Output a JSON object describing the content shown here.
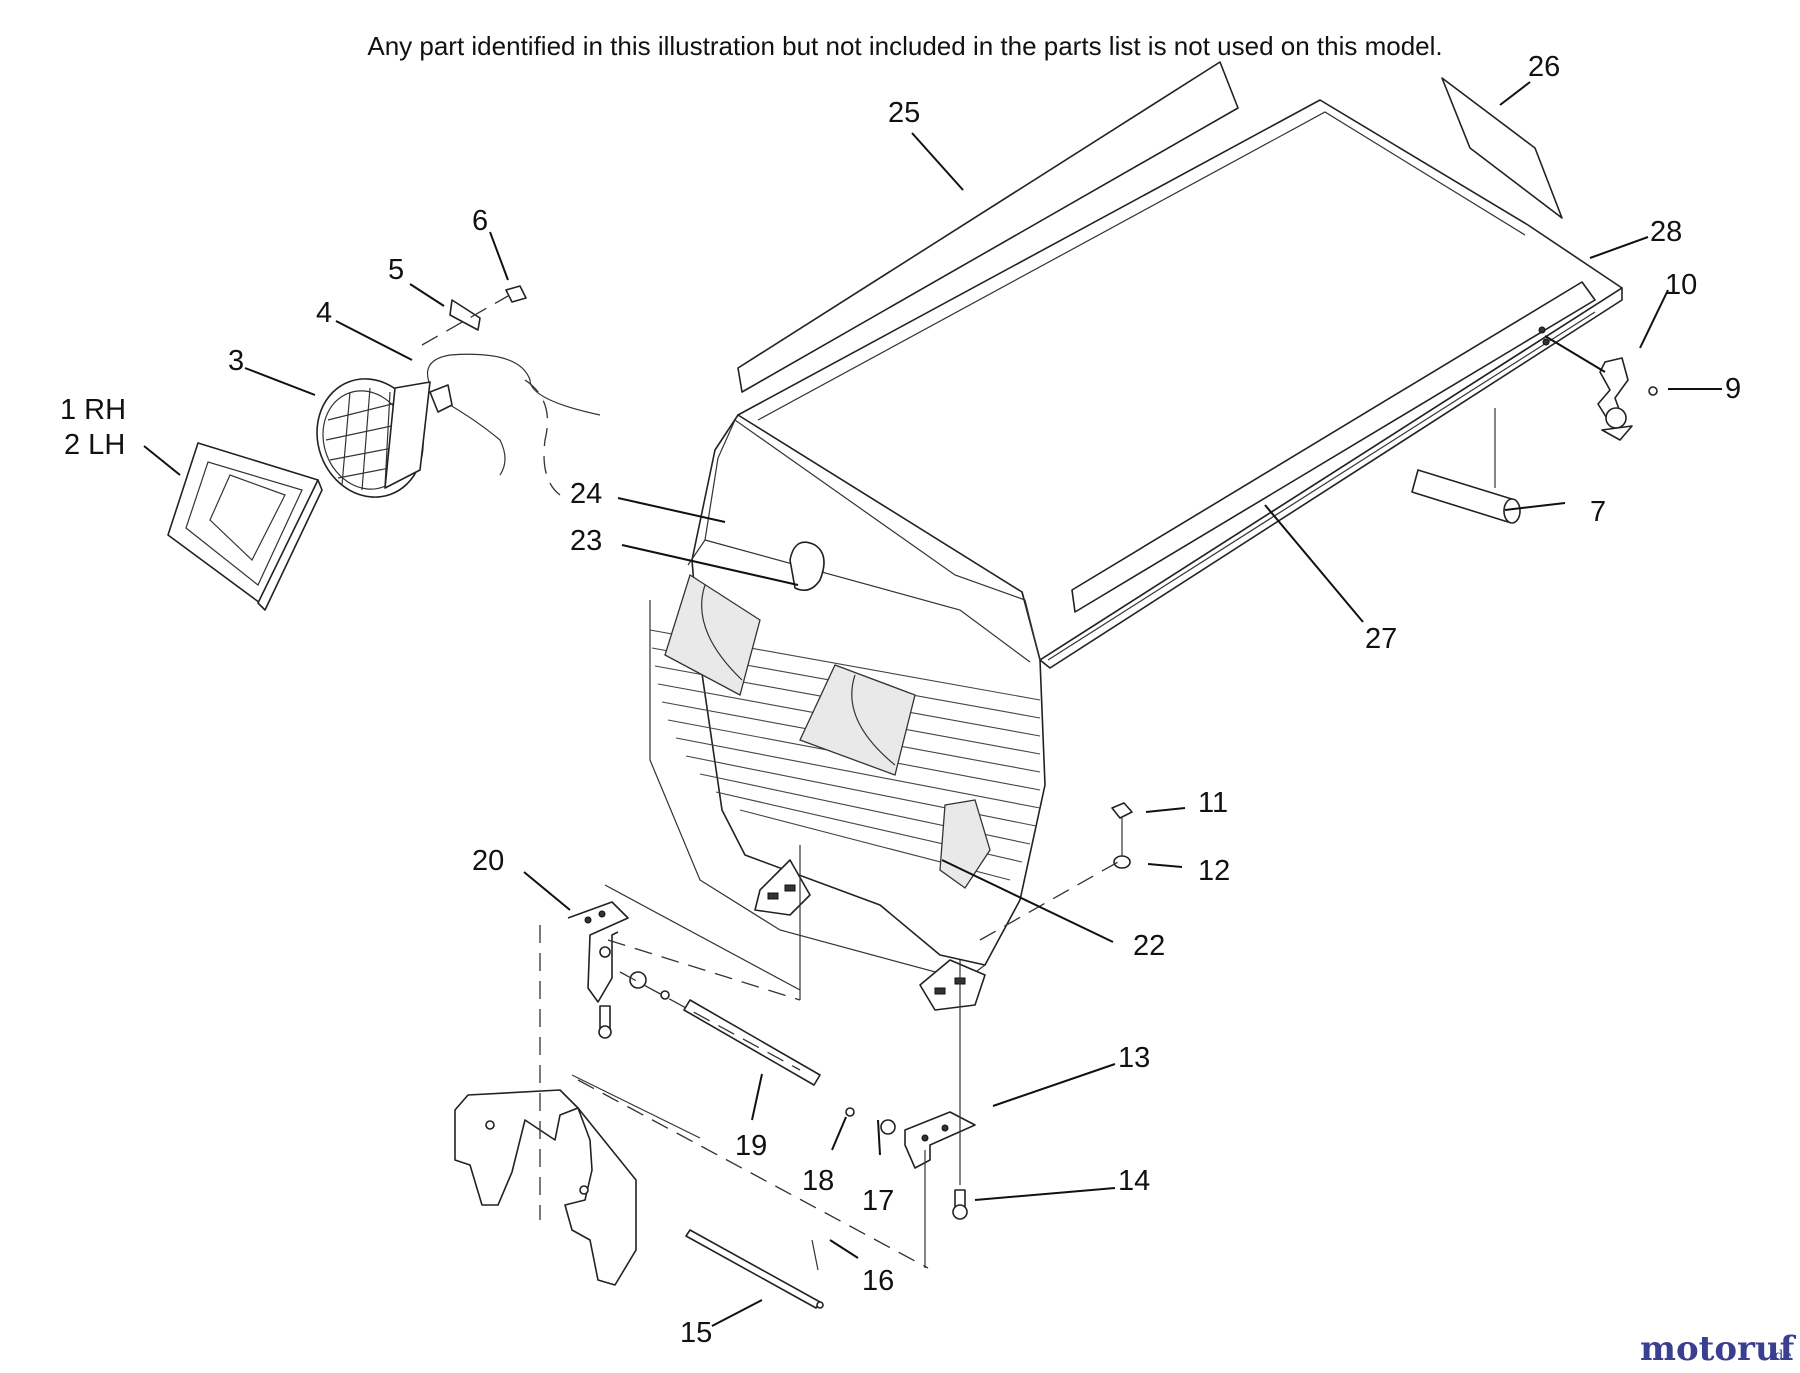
{
  "header": {
    "note": "Any part identified in this illustration but not included in the parts list is not used on this model."
  },
  "callouts": [
    {
      "id": "c1",
      "text": "1 RH"
    },
    {
      "id": "c2",
      "text": "2 LH"
    },
    {
      "id": "c3",
      "text": "3"
    },
    {
      "id": "c4",
      "text": "4"
    },
    {
      "id": "c5",
      "text": "5"
    },
    {
      "id": "c6",
      "text": "6"
    },
    {
      "id": "c7",
      "text": "7"
    },
    {
      "id": "c9",
      "text": "9"
    },
    {
      "id": "c10",
      "text": "10"
    },
    {
      "id": "c11",
      "text": "11"
    },
    {
      "id": "c12",
      "text": "12"
    },
    {
      "id": "c13",
      "text": "13"
    },
    {
      "id": "c14",
      "text": "14"
    },
    {
      "id": "c15",
      "text": "15"
    },
    {
      "id": "c16",
      "text": "16"
    },
    {
      "id": "c17",
      "text": "17"
    },
    {
      "id": "c18",
      "text": "18"
    },
    {
      "id": "c19",
      "text": "19"
    },
    {
      "id": "c20",
      "text": "20"
    },
    {
      "id": "c22",
      "text": "22"
    },
    {
      "id": "c23",
      "text": "23"
    },
    {
      "id": "c24",
      "text": "24"
    },
    {
      "id": "c25",
      "text": "25"
    },
    {
      "id": "c26",
      "text": "26"
    },
    {
      "id": "c27",
      "text": "27"
    },
    {
      "id": "c28",
      "text": "28"
    }
  ],
  "watermark": {
    "brand": "motoruf",
    "suffix": ".de",
    "colors": {
      "primary": "#3b3f8f",
      "accent": "#d9802a"
    }
  }
}
